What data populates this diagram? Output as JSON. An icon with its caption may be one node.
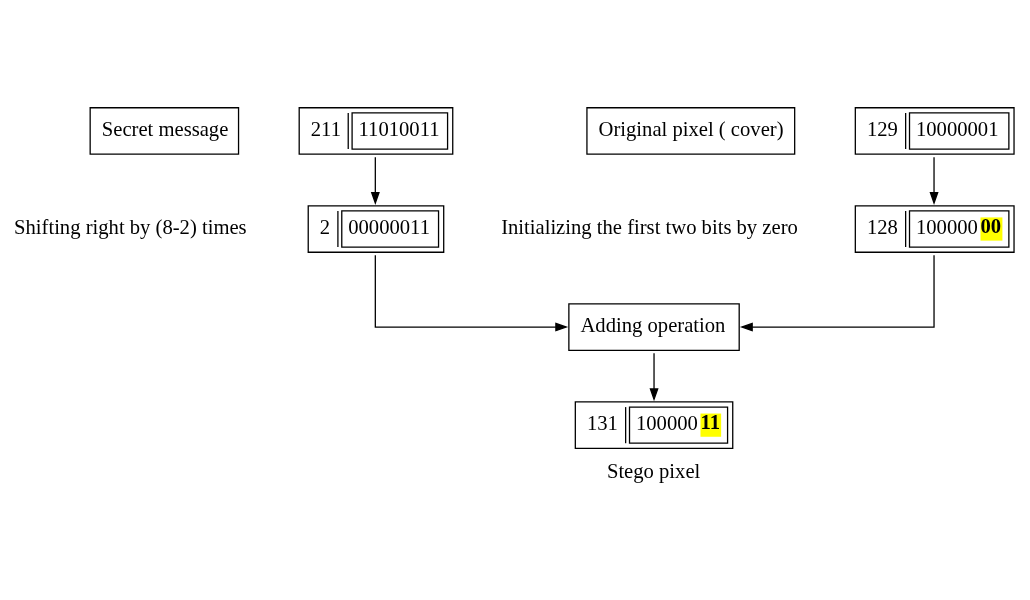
{
  "diagram": {
    "nodes": [
      {
        "text": [
          "Secret message"
        ]
      },
      {
        "text": [
          "211",
          "11010011"
        ]
      },
      {
        "text": [
          "2",
          "00000011"
        ]
      },
      {
        "text": [
          "Original pixel ( cover)"
        ]
      },
      {
        "text": [
          "129",
          "10000001"
        ]
      },
      {
        "text": [
          "128",
          "100000**00**"
        ]
      },
      {
        "text": [
          "Adding operation"
        ]
      },
      {
        "text": [
          "131",
          "100000**11**"
        ],
        "beside": [
          "Stego pixel"
        ]
      }
    ],
    "edges": [
      {
        "from": 1,
        "to": 2,
        "arrow": "to"
      },
      {
        "from": 4,
        "to": 5,
        "arrow": "to"
      },
      {
        "from": 2,
        "to": 6,
        "arrow": "to"
      },
      {
        "from": 5,
        "to": 6,
        "arrow": "to"
      },
      {
        "from": 6,
        "to": 7,
        "arrow": "to"
      }
    ],
    "labels": [
      "Shifting right by (8-2) times",
      "Initializing the first two bits by zero"
    ]
  }
}
